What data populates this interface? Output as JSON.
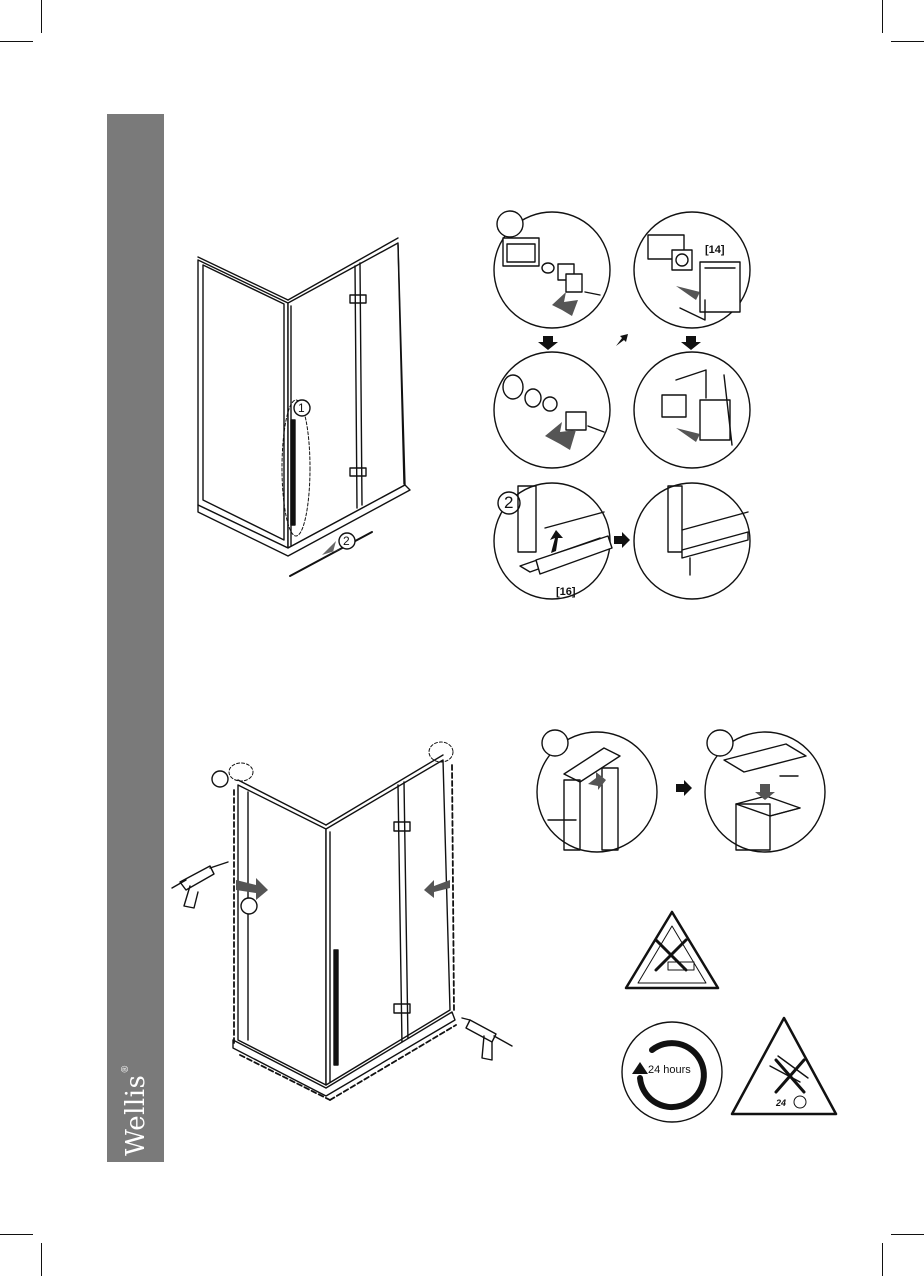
{
  "brand": {
    "name": "Wellis",
    "mark": "®"
  },
  "callouts": {
    "step1": "1",
    "step2": "2",
    "part14": "[14]",
    "part16": "[16]"
  },
  "curing": {
    "duration_label": "24 hours",
    "warning_label": "24"
  },
  "icons": [
    "glue-gun-icon",
    "arrow-right-icon",
    "arrow-down-icon",
    "no-cleaning-warning-icon",
    "no-water-warning-icon",
    "timer-24-hours-icon"
  ]
}
